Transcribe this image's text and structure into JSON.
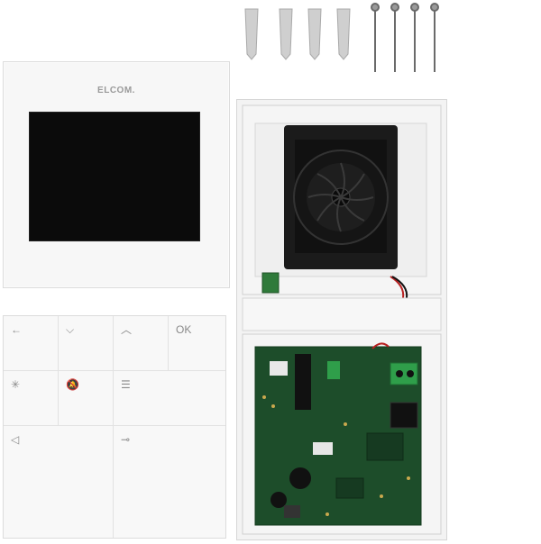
{
  "monitor": {
    "brand": "ELCOM."
  },
  "keypad": {
    "keys": [
      {
        "name": "back-arrow-key",
        "label": "←"
      },
      {
        "name": "chevron-down-key",
        "label": "⌵"
      },
      {
        "name": "chevron-up-key",
        "label": "︿"
      },
      {
        "name": "ok-key",
        "label": "OK"
      },
      {
        "name": "light-key",
        "label": "✳"
      },
      {
        "name": "mute-bell-key",
        "label": "🔕"
      },
      {
        "name": "menu-list-key",
        "label": "☰"
      },
      {
        "name": "speaker-key",
        "label": "◁"
      },
      {
        "name": "door-key",
        "label": "⊸"
      }
    ]
  },
  "colors": {
    "screen": "#0b0b0b",
    "pcb": "#1d4d2a",
    "terminal": "#2f9e4a",
    "housing": "#f3f3f3"
  }
}
